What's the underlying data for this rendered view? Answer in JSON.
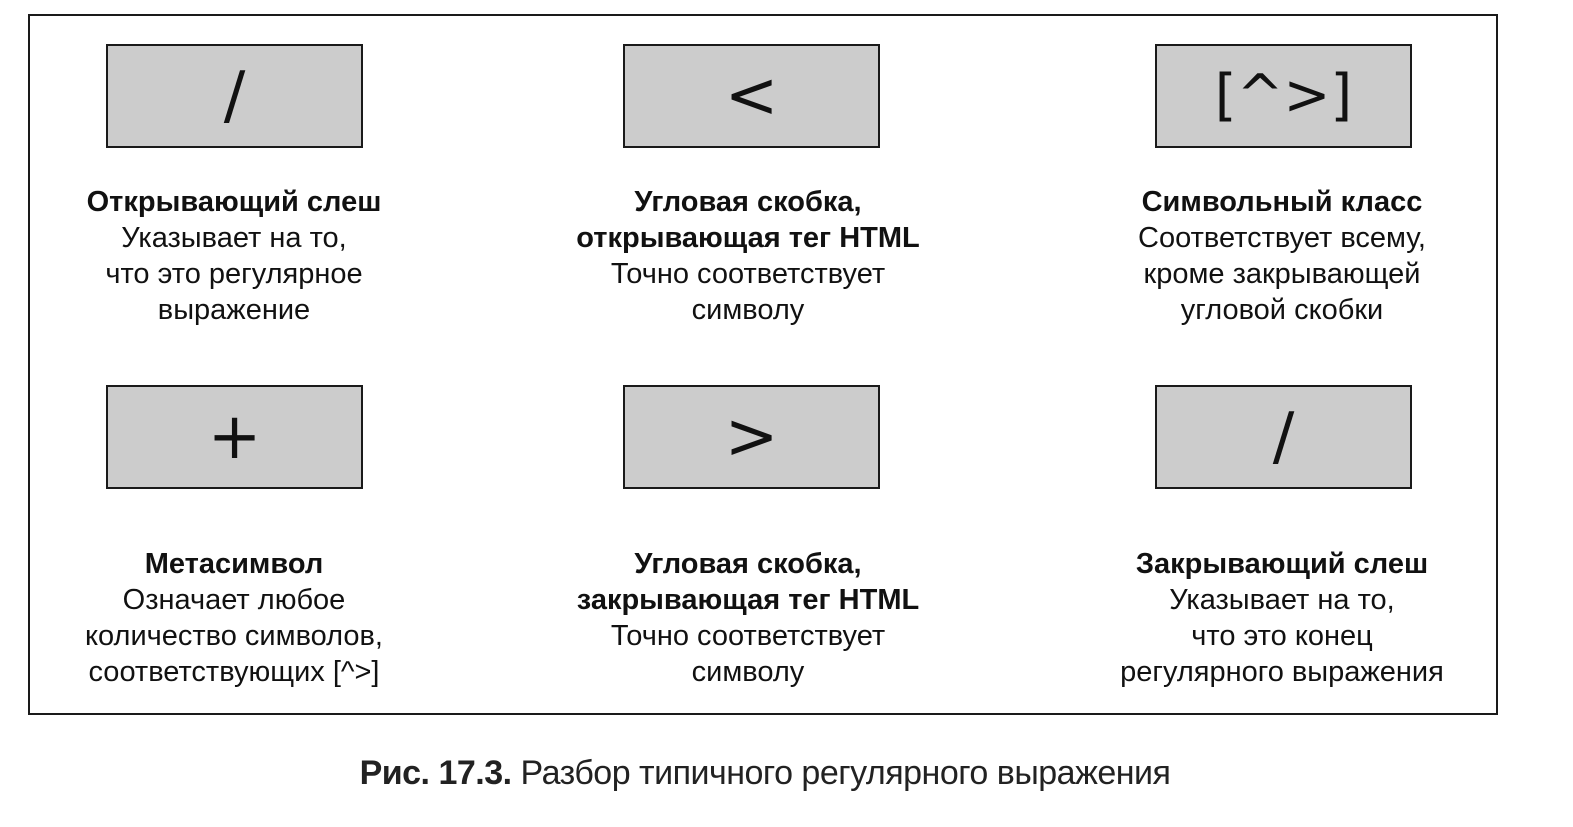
{
  "tokens": [
    {
      "symbol": "/",
      "title": "Открывающий слеш",
      "lines": [
        "Указывает на то,",
        "что это регулярное",
        "выражение"
      ]
    },
    {
      "symbol": "<",
      "title": "Угловая скобка,",
      "title2": "открывающая тег HTML",
      "lines": [
        "Точно соответствует",
        "символу"
      ]
    },
    {
      "symbol": "[^>]",
      "title": "Символьный класс",
      "lines": [
        "Соответствует всему,",
        "кроме закрывающей",
        "угловой скобки"
      ]
    },
    {
      "symbol": "+",
      "title": "Метасимвол",
      "lines": [
        "Означает любое",
        "количество символов,",
        "соответствующих [^>]"
      ]
    },
    {
      "symbol": ">",
      "title": "Угловая скобка,",
      "title2": "закрывающая тег HTML",
      "lines": [
        "Точно соответствует",
        "символу"
      ]
    },
    {
      "symbol": "/",
      "title": "Закрывающий слеш",
      "lines": [
        "Указывает на то,",
        "что это конец",
        "регулярного выражения"
      ]
    }
  ],
  "caption": {
    "label": "Рис. 17.3.",
    "text": "Разбор типичного регулярного выражения"
  }
}
